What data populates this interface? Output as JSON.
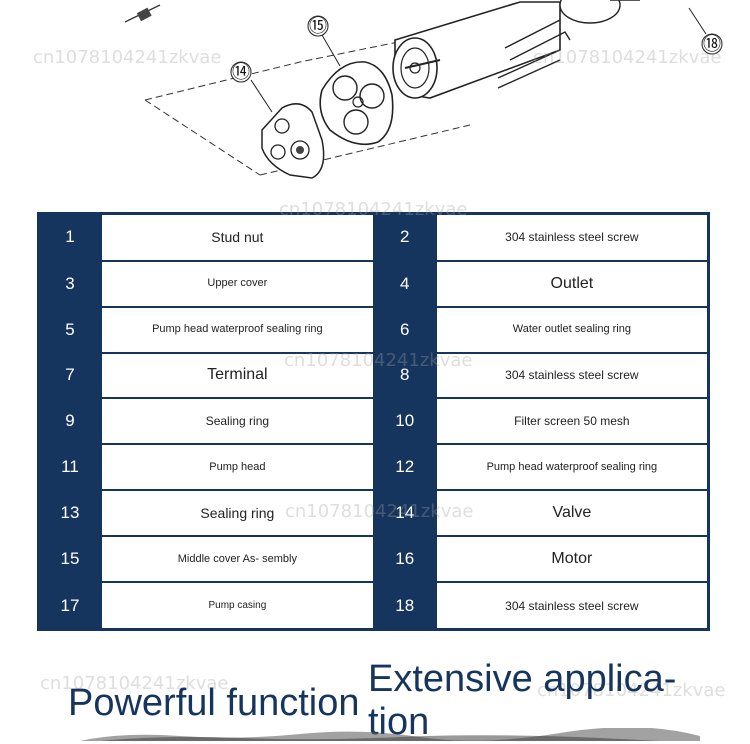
{
  "callouts": [
    "⑭",
    "⑮",
    "⑱"
  ],
  "watermark": "cn1078104241zkvae",
  "parts": [
    [
      {
        "no": "1",
        "name": "Stud nut",
        "size": "sz-g"
      },
      {
        "no": "2",
        "name": "304 stainless steel screw",
        "size": "sz-s"
      }
    ],
    [
      {
        "no": "3",
        "name": "Upper cover",
        "size": "sz-xs"
      },
      {
        "no": "4",
        "name": "Outlet",
        "size": "sz-l"
      }
    ],
    [
      {
        "no": "5",
        "name": "Pump head waterproof sealing ring",
        "size": "sz-xs"
      },
      {
        "no": "6",
        "name": "Water outlet sealing ring",
        "size": "sz-xs"
      }
    ],
    [
      {
        "no": "7",
        "name": "Terminal",
        "size": "sz-l"
      },
      {
        "no": "8",
        "name": "304 stainless steel screw",
        "size": "sz-s"
      }
    ],
    [
      {
        "no": "9",
        "name": "Sealing ring",
        "size": "sz-gs"
      },
      {
        "no": "10",
        "name": "Filter screen 50 mesh",
        "size": "sz-gs"
      }
    ],
    [
      {
        "no": "11",
        "name": "Pump head",
        "size": "sz-xs"
      },
      {
        "no": "12",
        "name": "Pump head waterproof sealing ring",
        "size": "sz-xs"
      }
    ],
    [
      {
        "no": "13",
        "name": "Sealing ring",
        "size": "sz-m"
      },
      {
        "no": "14",
        "name": "Valve",
        "size": "sz-l"
      }
    ],
    [
      {
        "no": "15",
        "name": "Middle cover As- sembly",
        "size": "sz-xs"
      },
      {
        "no": "16",
        "name": "Motor",
        "size": "sz-l"
      }
    ],
    [
      {
        "no": "17",
        "name": "Pump casing",
        "size": "sz-gxs"
      },
      {
        "no": "18",
        "name": "304 stainless steel screw",
        "size": "sz-s"
      }
    ]
  ],
  "headings": {
    "left": "Powerful function",
    "right": "Extensive applica- tion"
  }
}
